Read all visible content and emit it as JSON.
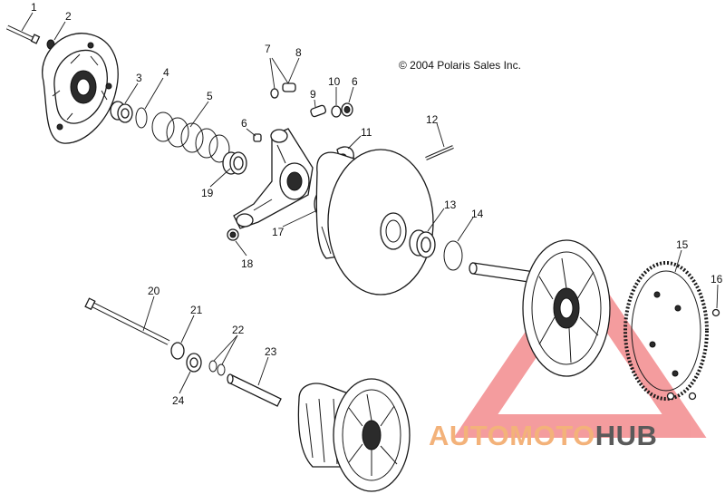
{
  "copyright": "© 2004 Polaris Sales Inc.",
  "watermark": {
    "part1": "AUTOMOTO",
    "part2": "HUB",
    "color_primary": "#e8262b",
    "color_secondary": "#5a5a5a"
  },
  "callouts": [
    "1",
    "2",
    "3",
    "4",
    "5",
    "6",
    "7",
    "8",
    "9",
    "10",
    "6",
    "11",
    "12",
    "19",
    "17",
    "18",
    "13",
    "14",
    "15",
    "16",
    "20",
    "21",
    "22",
    "23",
    "24"
  ]
}
